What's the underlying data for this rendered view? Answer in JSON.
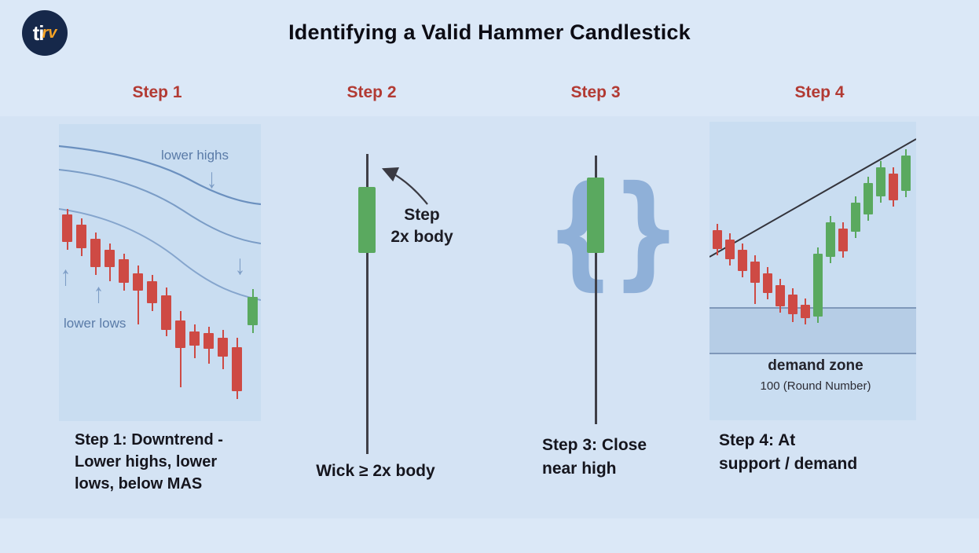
{
  "colors": {
    "red": "#ce4a44",
    "green": "#5aa95f",
    "accent": "#b23a33",
    "steel": "#7d9dc6",
    "brace": "#8fb0d8",
    "ink": "#15151d",
    "panel": "#c9ddf1",
    "wick": "#3f3f47"
  },
  "logo": {
    "part1": "ti",
    "part2": "rv"
  },
  "title": "Identifying a Valid Hammer Candlestick",
  "step_labels": [
    "Step 1",
    "Step 2",
    "Step 3",
    "Step 4"
  ],
  "icons": {
    "down_arrow": "↓",
    "up_arrow": "↑",
    "left_brace": "{",
    "right_brace": "}"
  },
  "step1": {
    "annotation_lower_highs": "lower highs",
    "annotation_lower_lows": "lower lows",
    "caption_line1": "Step 1: Downtrend -",
    "caption_line2": "Lower highs, lower",
    "caption_line3": "lows, below MAS",
    "candles": [
      [
        4,
        108,
        115,
        150,
        160,
        "r"
      ],
      [
        22,
        120,
        128,
        158,
        168,
        "r"
      ],
      [
        40,
        138,
        146,
        182,
        192,
        "r"
      ],
      [
        58,
        152,
        160,
        182,
        200,
        "r"
      ],
      [
        76,
        165,
        172,
        202,
        212,
        "r"
      ],
      [
        94,
        180,
        190,
        212,
        255,
        "r"
      ],
      [
        112,
        192,
        200,
        228,
        238,
        "r"
      ],
      [
        130,
        208,
        218,
        262,
        270,
        "r"
      ],
      [
        148,
        238,
        250,
        285,
        335,
        "r"
      ],
      [
        166,
        255,
        264,
        282,
        298,
        "r"
      ],
      [
        184,
        258,
        266,
        286,
        305,
        "r"
      ],
      [
        202,
        262,
        272,
        296,
        312,
        "r"
      ],
      [
        220,
        272,
        284,
        340,
        350,
        "r"
      ],
      [
        240,
        210,
        220,
        256,
        266,
        "g"
      ]
    ]
  },
  "step2": {
    "callout_line1": "Step",
    "callout_line2": "2x body",
    "caption": "Wick ≥ 2x body"
  },
  "step3": {
    "caption_line1": "Step 3: Close",
    "caption_line2": "near high"
  },
  "step4": {
    "demand_zone_label": "demand zone",
    "round_number_label": "100 (Round Number)",
    "caption_line1": "Step 4: At",
    "caption_line2": "support / demand",
    "candles": [
      [
        4,
        130,
        138,
        162,
        170,
        "r"
      ],
      [
        20,
        142,
        150,
        175,
        183,
        "r"
      ],
      [
        36,
        155,
        163,
        190,
        198,
        "r"
      ],
      [
        52,
        170,
        178,
        205,
        232,
        "r"
      ],
      [
        68,
        185,
        193,
        218,
        226,
        "r"
      ],
      [
        84,
        200,
        208,
        235,
        243,
        "r"
      ],
      [
        100,
        212,
        220,
        245,
        255,
        "r"
      ],
      [
        116,
        225,
        233,
        250,
        258,
        "r"
      ],
      [
        132,
        160,
        168,
        248,
        256,
        "g"
      ],
      [
        148,
        120,
        128,
        172,
        180,
        "g"
      ],
      [
        164,
        128,
        136,
        165,
        173,
        "r"
      ],
      [
        180,
        95,
        103,
        140,
        148,
        "g"
      ],
      [
        196,
        70,
        78,
        118,
        126,
        "g"
      ],
      [
        212,
        50,
        58,
        95,
        103,
        "g"
      ],
      [
        228,
        58,
        66,
        100,
        108,
        "r"
      ],
      [
        244,
        35,
        43,
        88,
        96,
        "g"
      ]
    ]
  }
}
